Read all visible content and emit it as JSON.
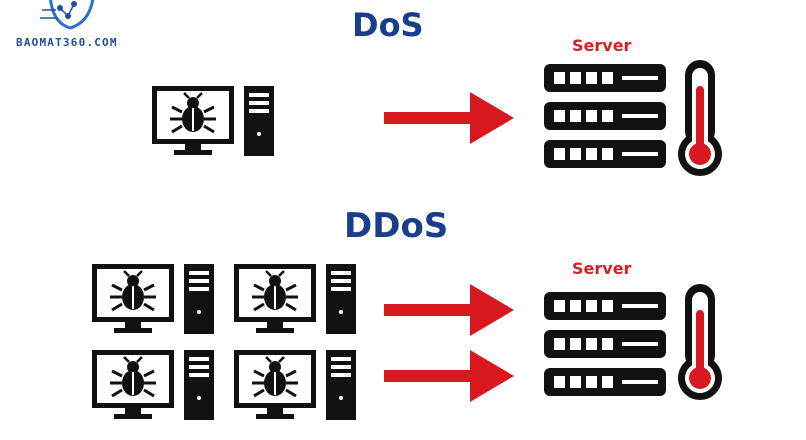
{
  "logo": {
    "text": "BAOMAT360.COM",
    "icon": "shield-network-icon"
  },
  "dos": {
    "title": "DoS",
    "server_label": "Server"
  },
  "ddos": {
    "title": "DDoS",
    "server_label": "Server"
  },
  "colors": {
    "title": "#1b3e8c",
    "server_label": "#d42027",
    "arrow": "#d7191f",
    "thermo_fill": "#d7191f",
    "outline": "#111111"
  },
  "icons": [
    "infected-computer-icon",
    "server-rack-icon",
    "thermometer-icon",
    "arrow-right-icon"
  ]
}
